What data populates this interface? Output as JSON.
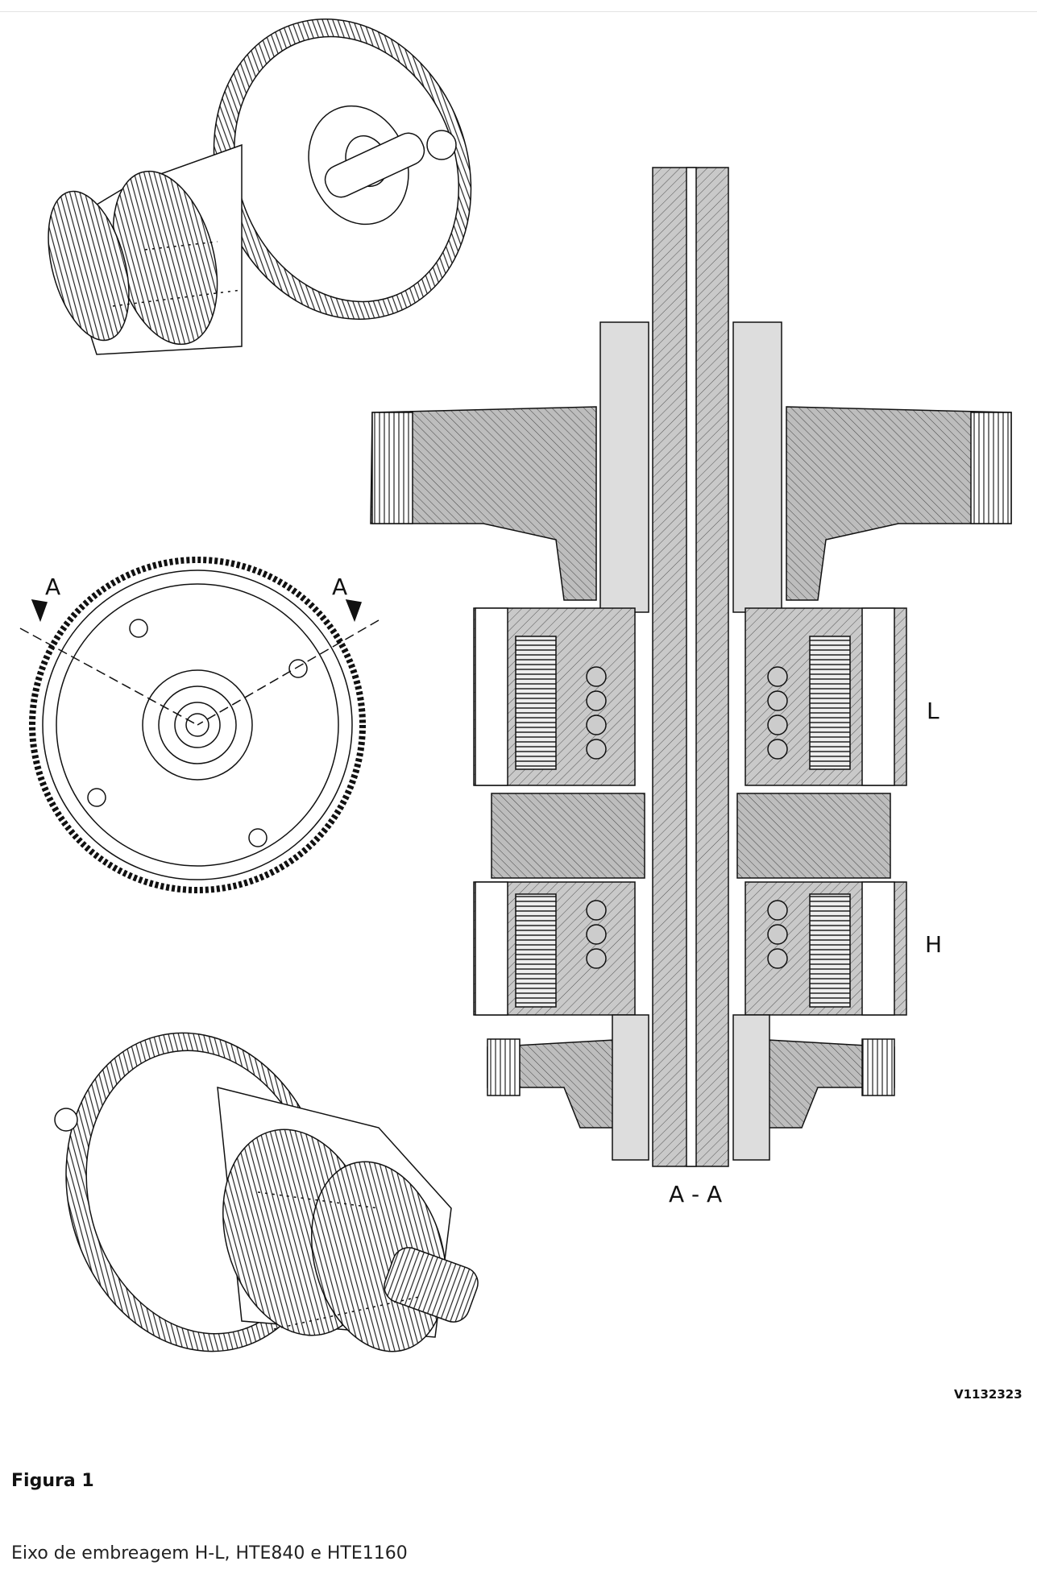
{
  "figure": {
    "section_marker_left": "A",
    "section_marker_right": "A",
    "label_l": "L",
    "label_h": "H",
    "section_view_label": "A - A",
    "reference_code": "V1132323",
    "title": "Figura 1",
    "caption": "Eixo de embreagem H-L, HTE840 e HTE1160"
  }
}
